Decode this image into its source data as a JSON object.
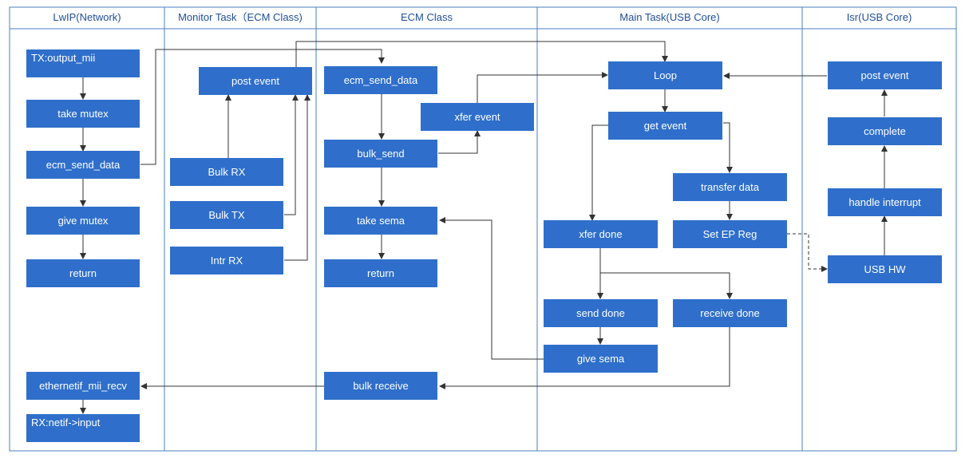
{
  "lanes": {
    "lwip": "LwIP(Network)",
    "monitor": "Monitor Task（ECM Class)",
    "ecm": "ECM Class",
    "main": "Main Task(USB Core)",
    "isr": "Isr(USB Core)"
  },
  "nodes": {
    "tx_line1": "TX:",
    "tx_line2": "output_mii",
    "take_mutex": "take mutex",
    "lwip_ecm_send_data": "ecm_send_data",
    "give_mutex": "give mutex",
    "lwip_return": "return",
    "ethernetif_mii_recv": "ethernetif_mii_recv",
    "rx_line1": "RX:",
    "rx_line2": "netif->input",
    "post_event_monitor": "post event",
    "bulk_rx": "Bulk RX",
    "bulk_tx": "Bulk TX",
    "intr_rx": "Intr RX",
    "ecm_send_data": "ecm_send_data",
    "xfer_event": "xfer event",
    "bulk_send": "bulk_send",
    "take_sema": "take sema",
    "ecm_return": "return",
    "bulk_receive": "bulk receive",
    "loop": "Loop",
    "get_event": "get event",
    "transfer_data": "transfer data",
    "set_ep_reg": "Set EP Reg",
    "xfer_done": "xfer done",
    "send_done": "send done",
    "receive_done": "receive done",
    "give_sema": "give sema",
    "post_event_isr": "post event",
    "complete": "complete",
    "handle_interrupt": "handle interrupt",
    "usb_hw": "USB HW"
  },
  "colors": {
    "box": "#2f6fcb",
    "lane_border": "#4a7fc1",
    "arrow": "#333333",
    "title_text": "#1f4e99"
  }
}
